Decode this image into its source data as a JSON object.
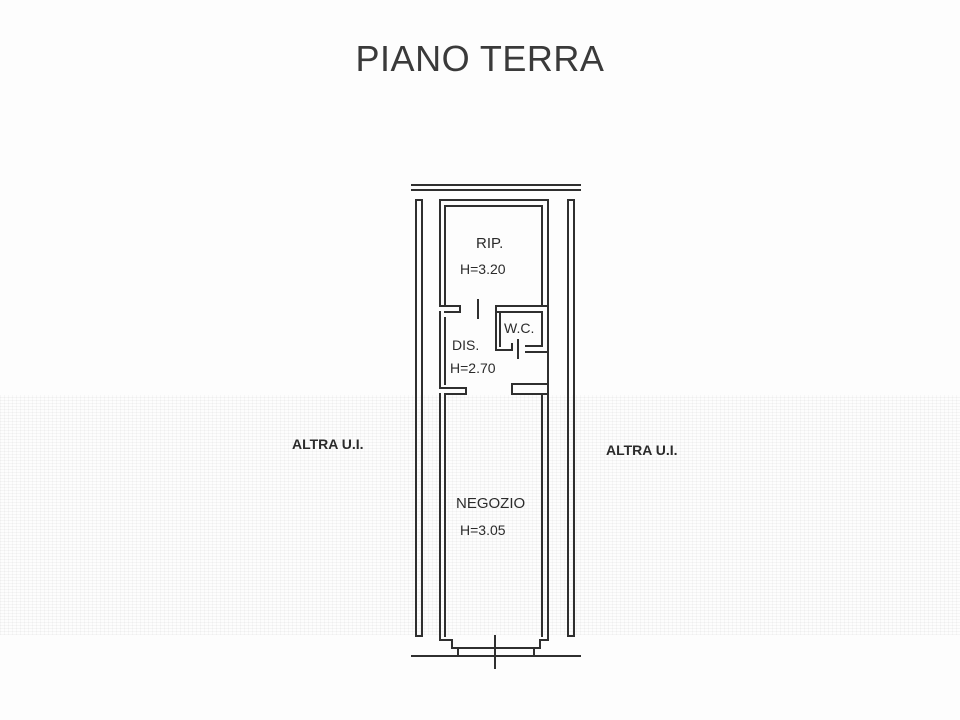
{
  "title": "PIANO TERRA",
  "rooms": {
    "ripostiglio": {
      "name": "RIP.",
      "height": "H=3.20"
    },
    "disimpegno": {
      "name": "DIS.",
      "height": "H=2.70"
    },
    "wc": {
      "name": "W.C."
    },
    "negozio": {
      "name": "NEGOZIO",
      "height": "H=3.05"
    }
  },
  "neighbors": {
    "left": "ALTRA U.I.",
    "right": "ALTRA U.I."
  }
}
